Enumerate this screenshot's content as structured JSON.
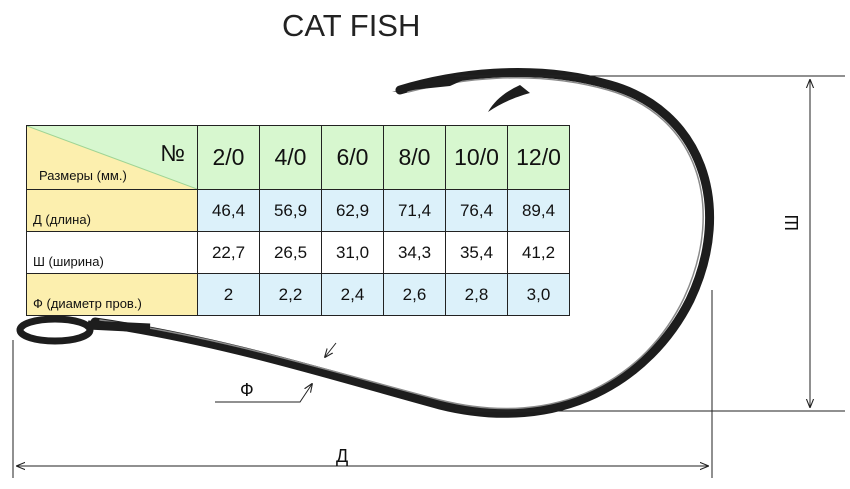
{
  "title": "CAT FISH",
  "table": {
    "corner_top": "№",
    "corner_bottom": "Размеры (мм.)",
    "sizes": [
      "2/0",
      "4/0",
      "6/0",
      "8/0",
      "10/0",
      "12/0"
    ],
    "rows": [
      {
        "label": "Д (длина)",
        "values": [
          "46,4",
          "56,9",
          "62,9",
          "71,4",
          "76,4",
          "89,4"
        ]
      },
      {
        "label": "Ш (ширина)",
        "values": [
          "22,7",
          "26,5",
          "31,0",
          "34,3",
          "35,4",
          "41,2"
        ]
      },
      {
        "label": "Ф (диаметр пров.)",
        "values": [
          "2",
          "2,2",
          "2,4",
          "2,6",
          "2,8",
          "3,0"
        ]
      }
    ]
  },
  "dimensions": {
    "length_label": "Д",
    "width_label": "Ш",
    "diameter_label": "Ф"
  },
  "colors": {
    "header_bg": "#d7f7cf",
    "label_bg": "#fcefae",
    "value_bg": "#dcf1fa",
    "hook": "#2a2a2a"
  }
}
